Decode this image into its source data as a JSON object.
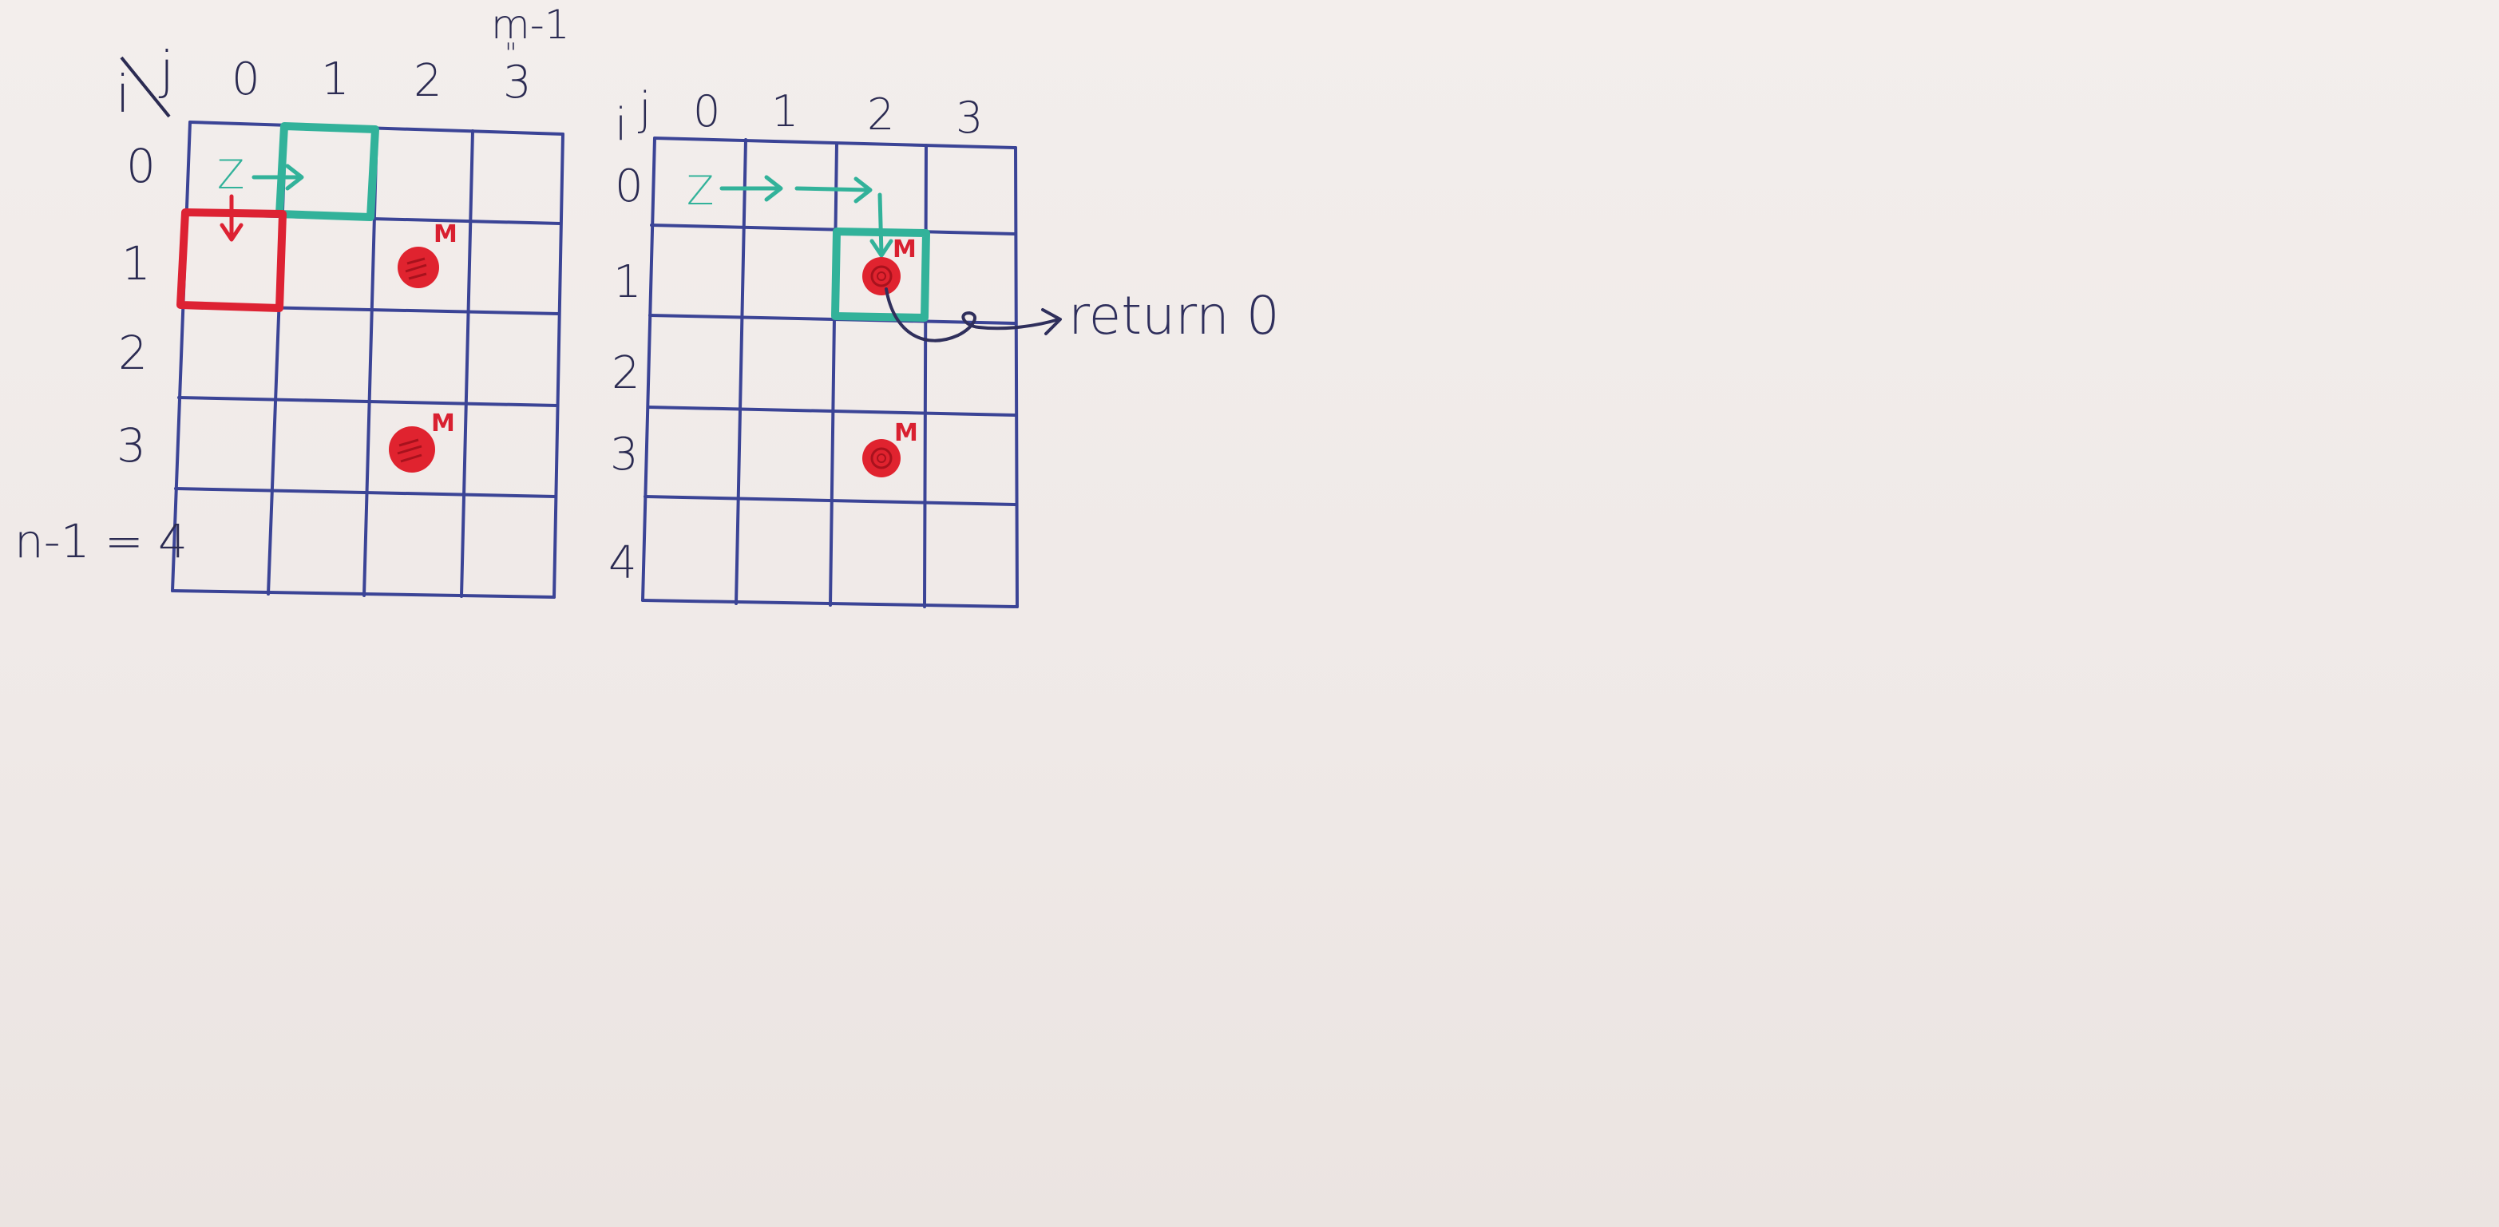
{
  "left_grid": {
    "corner_i": "i",
    "corner_j": "j",
    "col_labels": [
      "0",
      "1",
      "2",
      "3"
    ],
    "col_top_note": "m-1",
    "col_equals_mark": "\"",
    "row_labels": [
      "0",
      "1",
      "2",
      "3"
    ],
    "last_row_label": "n-1 = 4",
    "start_marker": "Z",
    "monster_label": "M"
  },
  "right_grid": {
    "corner_i": "i",
    "corner_j": "j",
    "col_labels": [
      "0",
      "1",
      "2",
      "3"
    ],
    "row_labels": [
      "0",
      "1",
      "2",
      "3",
      "4"
    ],
    "start_marker": "Z",
    "monster_label": "M",
    "result_label": "return 0"
  },
  "colors": {
    "grid_ink": "#3b4496",
    "path_teal": "#32b29a",
    "monster_red": "#dd2233",
    "paper": "#f1ecea"
  }
}
